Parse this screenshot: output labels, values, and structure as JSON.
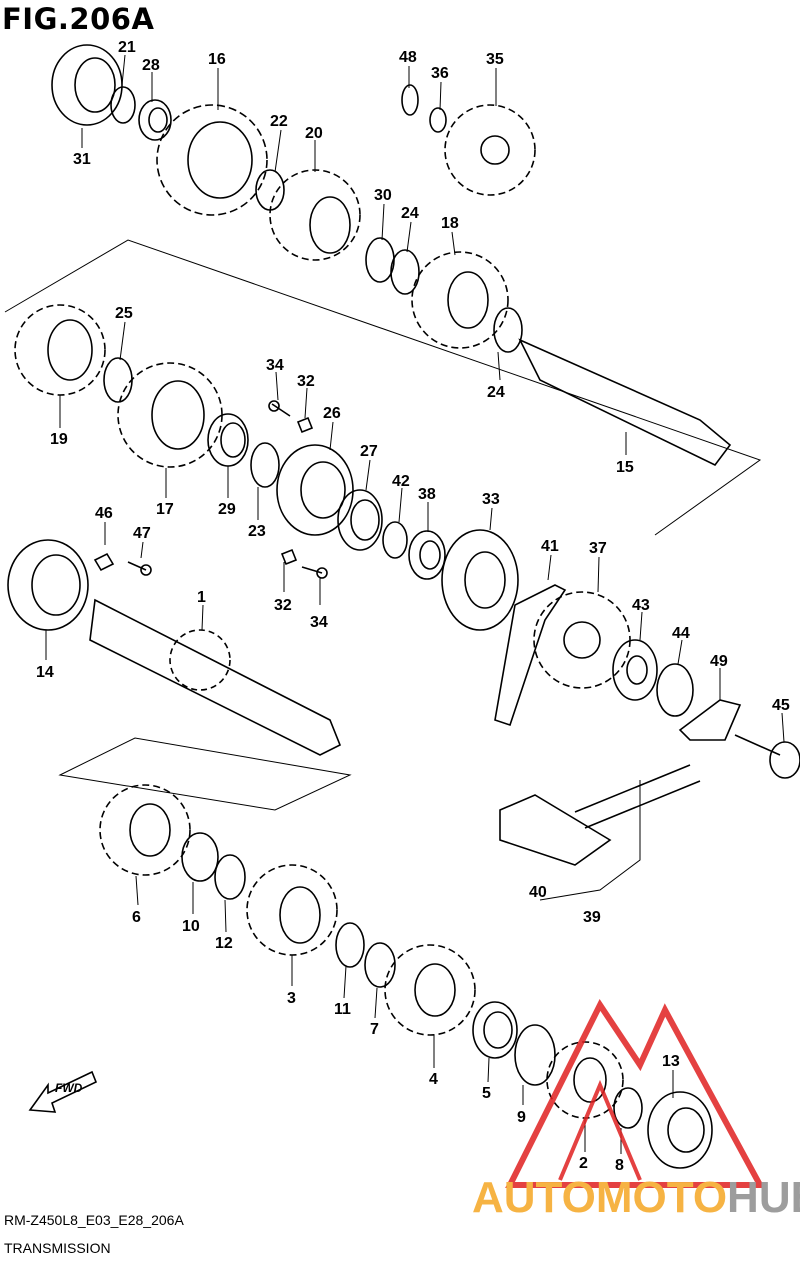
{
  "figure_title": "FIG.206A",
  "model_code": "RM-Z450L8_E03_E28_206A",
  "section_name": "TRANSMISSION",
  "fwd_label": "FWD",
  "watermark": {
    "auto": "AUTO",
    "moto": "MOTO",
    "hub": "HUB",
    "color_orange": "#f5a623",
    "color_gray": "#8c8c8c",
    "color_red": "#e02020"
  },
  "part_labels": [
    "21",
    "28",
    "16",
    "31",
    "22",
    "20",
    "48",
    "36",
    "35",
    "30",
    "24",
    "18",
    "25",
    "19",
    "24",
    "15",
    "34",
    "32",
    "26",
    "17",
    "29",
    "23",
    "27",
    "42",
    "38",
    "33",
    "46",
    "47",
    "41",
    "37",
    "1",
    "32",
    "34",
    "14",
    "43",
    "44",
    "49",
    "45",
    "6",
    "10",
    "12",
    "3",
    "11",
    "7",
    "4",
    "5",
    "9",
    "40",
    "39",
    "2",
    "8",
    "13"
  ]
}
